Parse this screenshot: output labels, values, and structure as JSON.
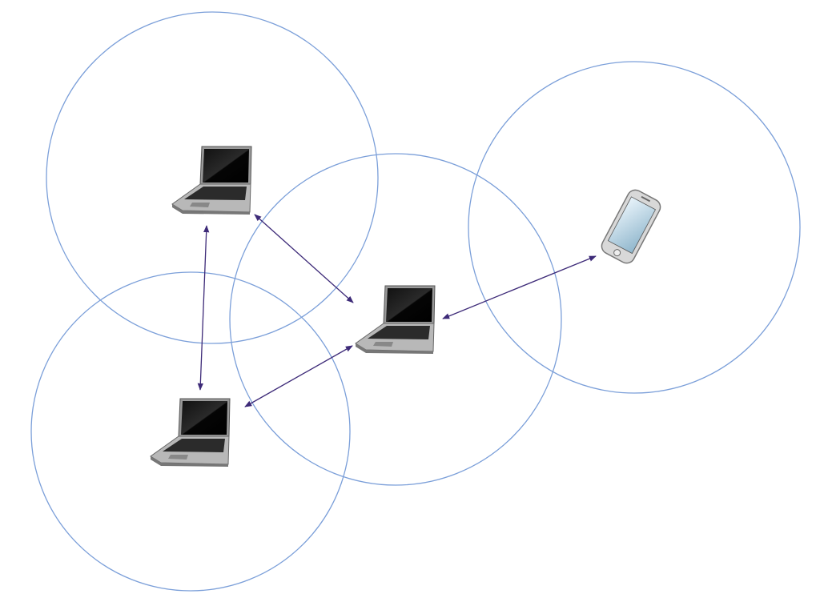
{
  "diagram": {
    "nodes": [
      {
        "id": "laptop-top-left",
        "type": "laptop-icon"
      },
      {
        "id": "laptop-center",
        "type": "laptop-icon"
      },
      {
        "id": "laptop-bottom-left",
        "type": "laptop-icon"
      },
      {
        "id": "phone-right",
        "type": "smartphone-icon"
      }
    ],
    "links": [
      {
        "from": "laptop-top-left",
        "to": "laptop-bottom-left",
        "bidirectional": true
      },
      {
        "from": "laptop-top-left",
        "to": "laptop-center",
        "bidirectional": true
      },
      {
        "from": "laptop-bottom-left",
        "to": "laptop-center",
        "bidirectional": true
      },
      {
        "from": "laptop-center",
        "to": "phone-right",
        "bidirectional": true
      }
    ],
    "colors": {
      "range_circle": "#7b9fd9",
      "arrow": "#3d2a78"
    }
  }
}
